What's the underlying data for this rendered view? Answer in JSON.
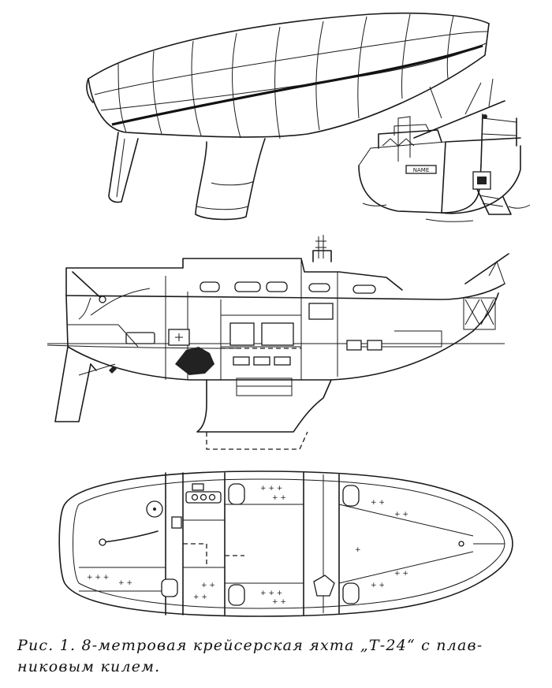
{
  "caption": {
    "line1": "Рис. 1. 8-метровая крейсерская яхта „Т-24“ с плав-",
    "line2": "никовым килем."
  },
  "stern_name_plate": "NAME"
}
